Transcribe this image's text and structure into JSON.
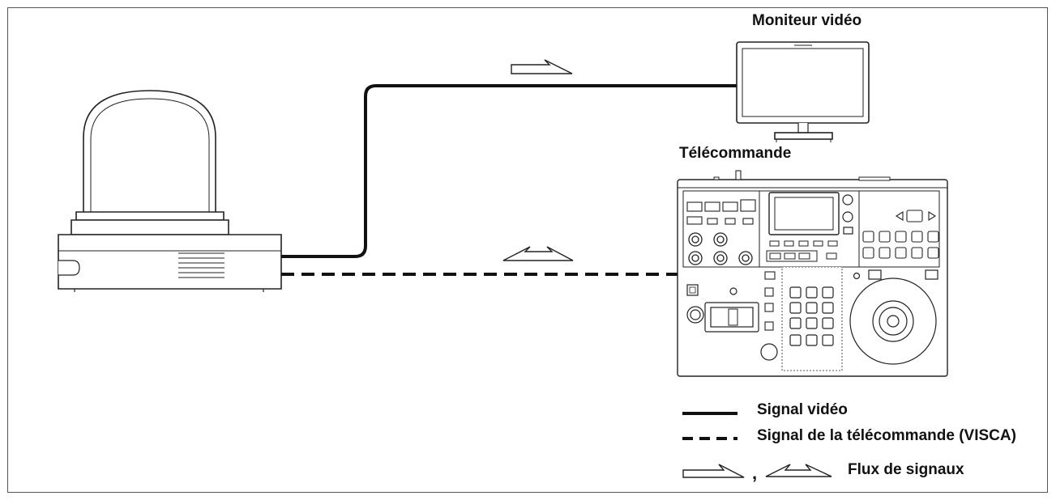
{
  "labels": {
    "monitor": "Moniteur vidéo",
    "remote": "Télécommande"
  },
  "legend": {
    "video_signal": "Signal vidéo",
    "control_signal": "Signal de la télécommande (VISCA)",
    "separator": ",",
    "signal_flow": "Flux de signaux"
  },
  "colors": {
    "line": "#111111",
    "device_outline": "#222222",
    "frame": "#555555",
    "background": "#ffffff"
  },
  "icons": {
    "camera": "ptz-camera-icon",
    "monitor": "video-monitor-icon",
    "remote": "remote-controller-icon",
    "flow_one_way": "one-way-arrow-icon",
    "flow_two_way": "two-way-arrow-icon"
  }
}
